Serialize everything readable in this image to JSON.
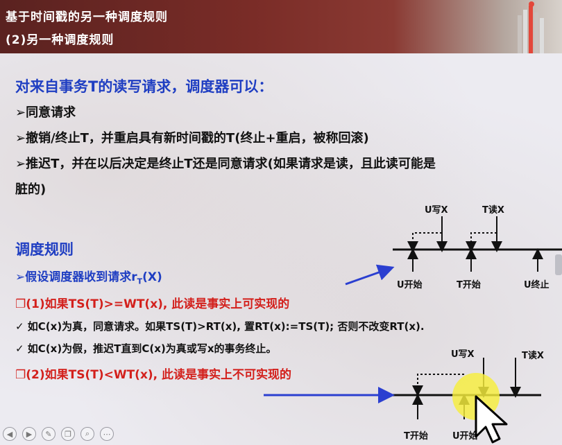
{
  "header": {
    "title": "基于时间戳的另一种调度规则",
    "subtitle": "(2)另一种调度规则"
  },
  "intro": {
    "heading": "对来自事务T的读写请求，调度器可以：",
    "items": [
      "➢同意请求",
      "➢撤销/终止T，并重启具有新时间戳的T(终止+重启，被称回滚)",
      "➢推迟T，并在以后决定是终止T还是同意请求(如果请求是读，且此读可能是",
      "脏的)"
    ]
  },
  "rules": {
    "heading": "调度规则",
    "assume": "➢假设调度器收到请求r",
    "assume_sub": "T",
    "assume_tail": "(X)",
    "rule1": "❐(1)如果TS(T)>=WT(x), 此读是事实上可实现的",
    "check1": "✓ 如C(x)为真，同意请求。如果TS(T)>RT(x), 置RT(x):=TS(T); 否则不改变RT(x).",
    "check2": "✓ 如C(x)为假，推迟T直到C(x)为真或写x的事务终止。",
    "rule2": "❐(2)如果TS(T)<WT(x), 此读是事实上不可实现的"
  },
  "diagram1": {
    "labels": [
      "U写X",
      "T读X",
      "U开始",
      "T开始",
      "U终止"
    ]
  },
  "diagram2": {
    "labels": [
      "U写X",
      "T读X",
      "T开始",
      "U开始"
    ]
  },
  "colors": {
    "blue": "#1f3ec2",
    "red": "#d3201c",
    "header": "#7a2c27",
    "arrow": "#2b3fd0",
    "highlight": "#f6ee3c"
  },
  "toolbar": {
    "icons": [
      "prev-icon",
      "next-icon",
      "pen-icon",
      "copy-icon",
      "zoom-icon",
      "more-icon"
    ]
  }
}
